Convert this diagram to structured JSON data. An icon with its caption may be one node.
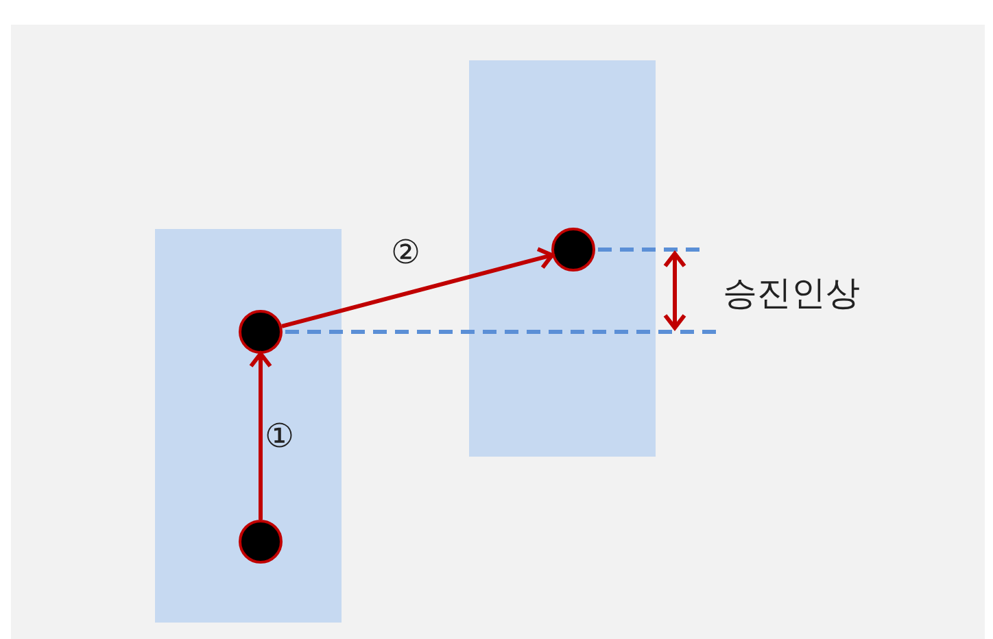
{
  "diagram": {
    "nodes": [
      {
        "text": [],
        "shape": "bar"
      },
      {
        "text": [],
        "shape": "bar"
      },
      {
        "text": [],
        "shape": "circle",
        "in": 0
      },
      {
        "text": [],
        "shape": "circle",
        "in": 0
      },
      {
        "text": [],
        "shape": "circle",
        "in": 1
      }
    ],
    "edges": [
      {
        "from": 3,
        "to": 2,
        "arrow": "to",
        "label": "①",
        "color": "#c00000"
      },
      {
        "from": 2,
        "to": 4,
        "arrow": "to",
        "label": "②",
        "color": "#c00000"
      }
    ],
    "labels": [
      "승진인상"
    ]
  }
}
